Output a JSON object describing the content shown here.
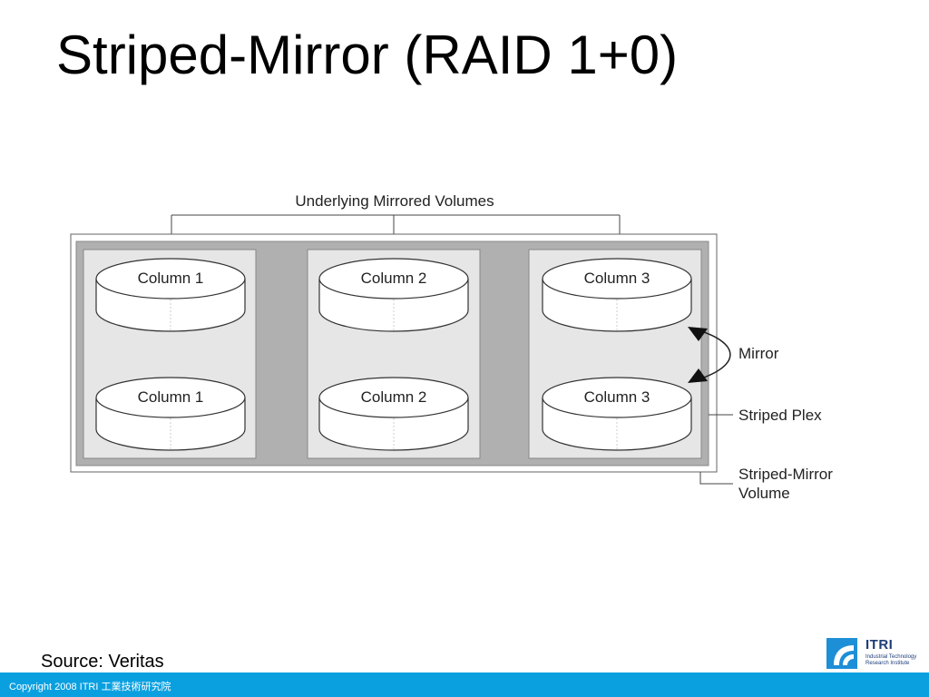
{
  "slide": {
    "title": "Striped-Mirror (RAID 1+0)"
  },
  "diagram": {
    "top_label": "Underlying Mirrored Volumes",
    "columns": [
      {
        "top_disk": "Column 1",
        "bottom_disk": "Column 1"
      },
      {
        "top_disk": "Column 2",
        "bottom_disk": "Column 2"
      },
      {
        "top_disk": "Column 3",
        "bottom_disk": "Column 3"
      }
    ],
    "callouts": {
      "mirror": "Mirror",
      "striped_plex": "Striped Plex",
      "volume_line1": "Striped-Mirror",
      "volume_line2": "Volume"
    }
  },
  "source": "Source: Veritas",
  "logo": {
    "name": "ITRI",
    "subtitle_line1": "Industrial Technology",
    "subtitle_line2": "Research Institute"
  },
  "footer": {
    "copyright": "Copyright 2008 ITRI 工業技術研究院"
  },
  "colors": {
    "footer_bar": "#0aa0e0",
    "plex_fill": "#b0b0b0",
    "column_fill": "#e6e6e6",
    "logo_blue": "#1d8fd6"
  }
}
